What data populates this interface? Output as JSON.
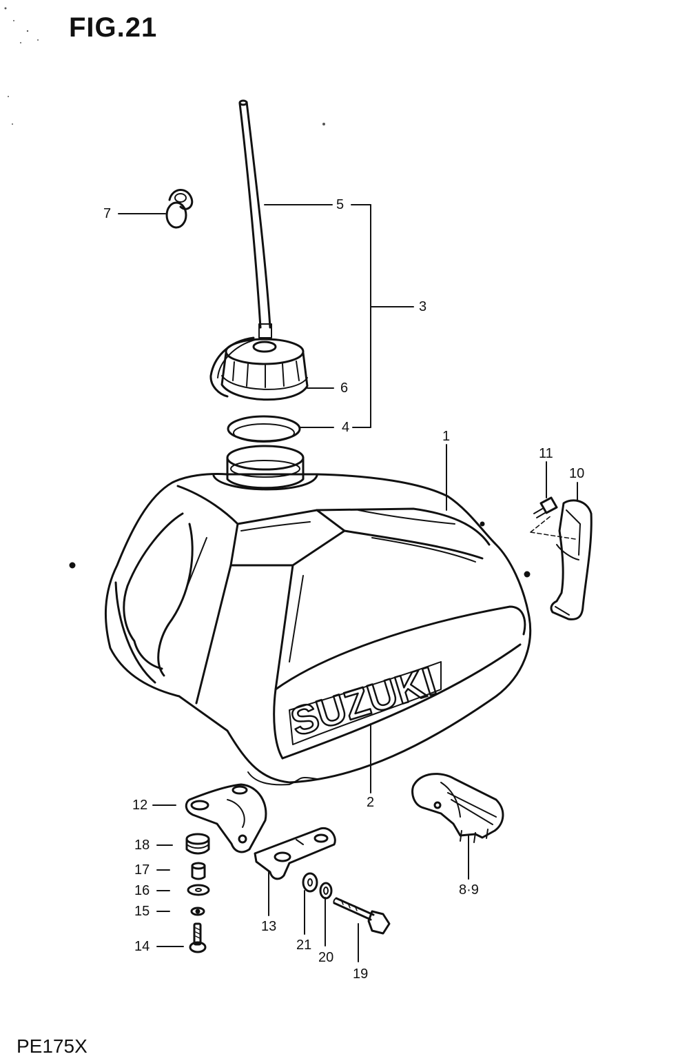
{
  "figure": {
    "title": "FIG.21",
    "model": "PE175X"
  },
  "brand_text": "SUZUKI",
  "callouts": {
    "c1": "1",
    "c2": "2",
    "c3": "3",
    "c4": "4",
    "c5": "5",
    "c6": "6",
    "c7": "7",
    "c89": "8·9",
    "c10": "10",
    "c11": "11",
    "c12": "12",
    "c13": "13",
    "c14": "14",
    "c15": "15",
    "c16": "16",
    "c17": "17",
    "c18": "18",
    "c19": "19",
    "c20": "20",
    "c21": "21"
  },
  "parts": [
    {
      "ref": "1",
      "name": "fuel-tank"
    },
    {
      "ref": "2",
      "name": "tank-emblem"
    },
    {
      "ref": "3",
      "name": "fuel-cap-assembly"
    },
    {
      "ref": "4",
      "name": "cap-gasket"
    },
    {
      "ref": "5",
      "name": "breather-hose"
    },
    {
      "ref": "6",
      "name": "fuel-cap"
    },
    {
      "ref": "7",
      "name": "hose-clamp"
    },
    {
      "ref": "8·9",
      "name": "tank-side-cushion"
    },
    {
      "ref": "10",
      "name": "tank-strap-holder"
    },
    {
      "ref": "11",
      "name": "screw"
    },
    {
      "ref": "12",
      "name": "front-bracket"
    },
    {
      "ref": "13",
      "name": "rear-bracket"
    },
    {
      "ref": "14",
      "name": "bolt"
    },
    {
      "ref": "15",
      "name": "lock-washer"
    },
    {
      "ref": "16",
      "name": "washer"
    },
    {
      "ref": "17",
      "name": "collar"
    },
    {
      "ref": "18",
      "name": "rubber-cushion"
    },
    {
      "ref": "19",
      "name": "long-bolt"
    },
    {
      "ref": "20",
      "name": "lock-washer"
    },
    {
      "ref": "21",
      "name": "washer"
    }
  ]
}
